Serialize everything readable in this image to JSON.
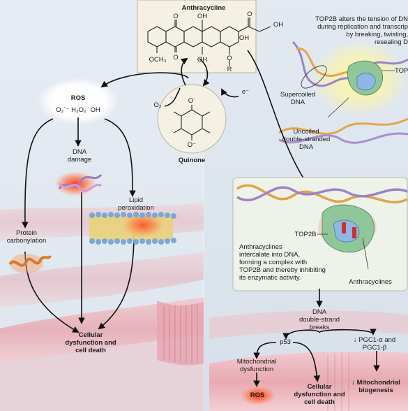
{
  "anthracycline": {
    "title": "Anthracycline",
    "oh_1": "OH",
    "o_1": "O",
    "oh_2": "OH",
    "oh_3": "OH",
    "och3": "OCH₃",
    "o_2": "O",
    "oh_4": "OH",
    "o_3": "O",
    "r": "R"
  },
  "quinone": {
    "title": "Quinone",
    "o_top": "O˙",
    "o_bottom": "O⁻"
  },
  "redox": {
    "o2": "O₂",
    "e": "e⁻"
  },
  "ros": {
    "title": "ROS",
    "species": "O₂˙⁻   H₂O₂   ˙OH"
  },
  "left_path": {
    "dna_damage": "DNA\ndamage",
    "lipid_peroxidation": "Lipid\nperoxidation",
    "protein_carbonylation": "Protein\ncarbonylation",
    "outcome": "Cellular\ndysfunction and\ncell death"
  },
  "top2b_box": {
    "text": "TOP2B alters the tension of DN\nduring replication and transcrip\nby breaking, twisting,\nresealing D",
    "top2b_label": "TOP",
    "supercoiled": "Supercoiled\nDNA",
    "uncoiled": "Uncoiled\ndouble-stranded\nDNA"
  },
  "complex_box": {
    "top2b_label": "TOP2B",
    "description": "Anthracyclines\nintercalate into DNA,\nforming a complex with\nTOP2B and thereby inhibiting\nits enzymatic activity.",
    "anthracyclines_label": "Anthracyclines"
  },
  "right_path": {
    "dna_breaks": "DNA\ndouble-strand\nbreaks",
    "p53": "p53",
    "pgc": "↓ PGC1-α and\nPGC1-β",
    "mito_dysfunction": "Mitochondrial\ndysfunction",
    "ros": "ROS",
    "cellular": "Cellular\ndysfunction and\ncell death",
    "mito_biogenesis": "↓ Mitochondrial\nbiogenesis"
  }
}
